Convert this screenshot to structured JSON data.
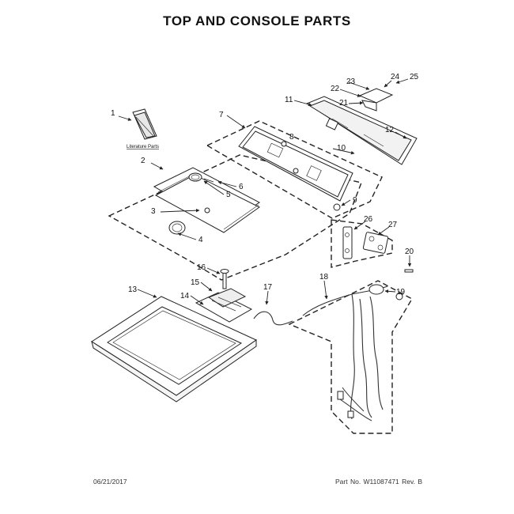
{
  "title": "TOP AND CONSOLE PARTS",
  "footer": {
    "date": "06/21/2017",
    "part_number": "Part No. W11087471  Rev. B"
  },
  "literature_label": "Literature Parts",
  "callouts": {
    "c1": "1",
    "c2": "2",
    "c3": "3",
    "c4": "4",
    "c5": "5",
    "c6": "6",
    "c7": "7",
    "c8": "8",
    "c9": "9",
    "c10": "10",
    "c11": "11",
    "c12": "12",
    "c13": "13",
    "c14": "14",
    "c15": "15",
    "c16": "16",
    "c17": "17",
    "c18": "18",
    "c19": "19",
    "c20": "20",
    "c21": "21",
    "c22": "22",
    "c23": "23",
    "c24": "24",
    "c25": "25",
    "c26": "26",
    "c27": "27"
  }
}
